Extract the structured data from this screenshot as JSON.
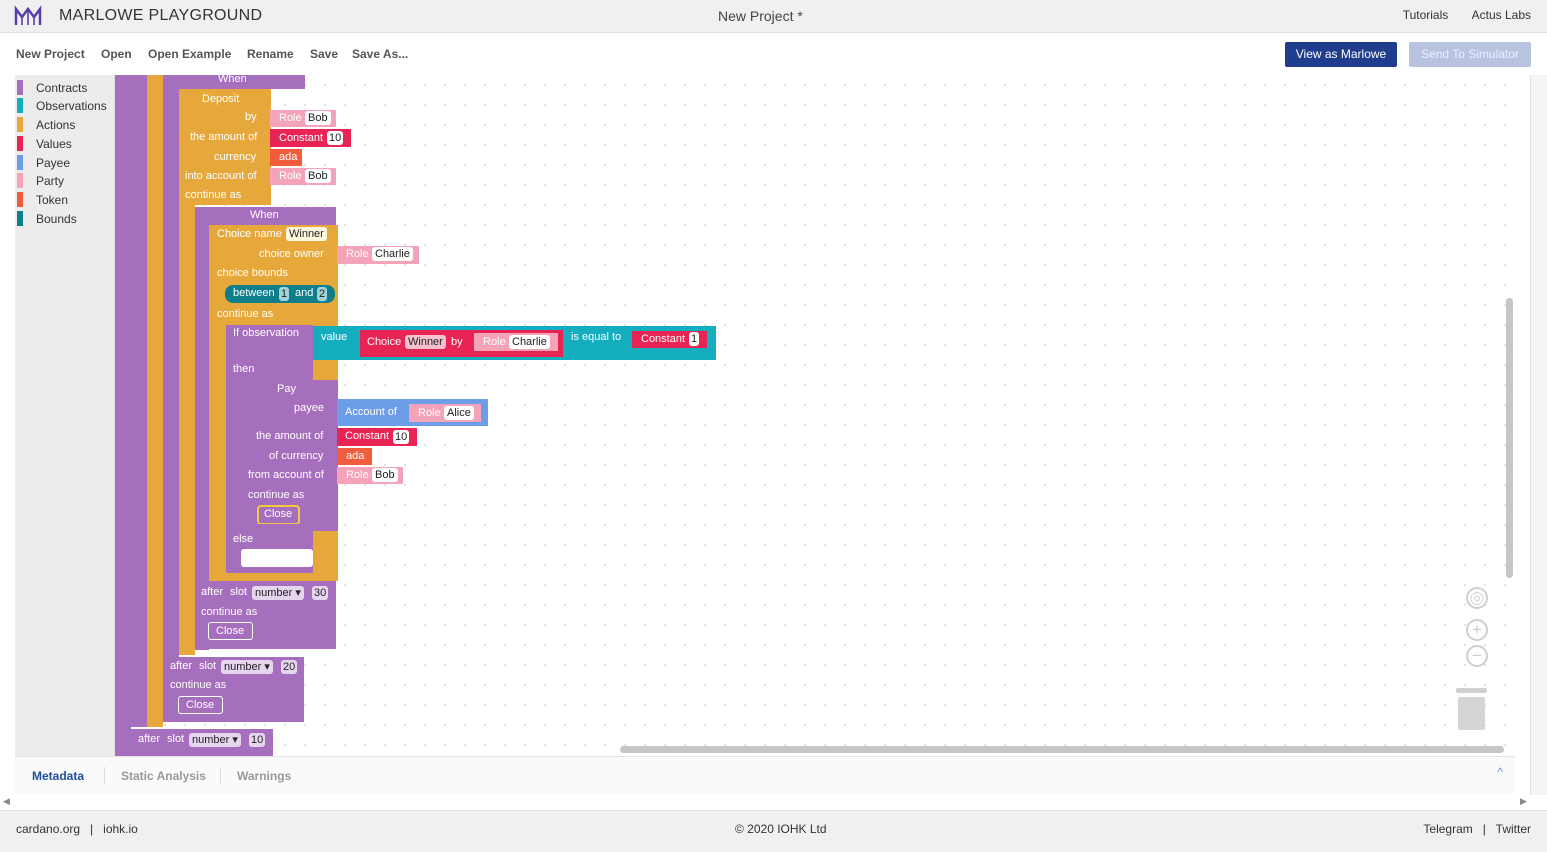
{
  "header": {
    "app_title": "MARLOWE PLAYGROUND",
    "project_title": "New Project *",
    "links": [
      "Tutorials",
      "Actus Labs"
    ]
  },
  "toolbar": {
    "items": [
      "New Project",
      "Open",
      "Open Example",
      "Rename",
      "Save",
      "Save As..."
    ],
    "view_as_marlowe": "View as Marlowe",
    "send_to_simulator": "Send To Simulator"
  },
  "toolbox": {
    "categories": [
      {
        "label": "Contracts",
        "color": "#a66fbd"
      },
      {
        "label": "Observations",
        "color": "#14aebe"
      },
      {
        "label": "Actions",
        "color": "#e6a83a"
      },
      {
        "label": "Values",
        "color": "#e82454"
      },
      {
        "label": "Payee",
        "color": "#6c9de8"
      },
      {
        "label": "Party",
        "color": "#f5a3b8"
      },
      {
        "label": "Token",
        "color": "#f05c3c"
      },
      {
        "label": "Bounds",
        "color": "#0e7f8a"
      }
    ]
  },
  "blocks": {
    "when": "When",
    "deposit": "Deposit",
    "by": "by",
    "the_amount_of": "the amount of",
    "currency": "currency",
    "into_account_of": "into account of",
    "continue_as": "continue as",
    "role": "Role",
    "constant": "Constant",
    "ada": "ada",
    "bob": "Bob",
    "charlie": "Charlie",
    "alice": "Alice",
    "deposit_amount": "10",
    "choice_name": "Choice name",
    "winner": "Winner",
    "choice_owner": "choice owner",
    "choice_bounds": "choice bounds",
    "between": "between",
    "and": "and",
    "bound_low": "1",
    "bound_high": "2",
    "if_observation": "If observation",
    "value": "value",
    "choice": "Choice",
    "is_equal_to": "is equal to",
    "eq_value": "1",
    "then": "then",
    "pay": "Pay",
    "payee": "payee",
    "account_of": "Account of",
    "of_currency": "of currency",
    "from_account_of": "from account of",
    "pay_amount": "10",
    "close": "Close",
    "else": "else",
    "after": "after",
    "slot": "slot",
    "number": "number ▾",
    "timeout_30": "30",
    "timeout_20": "20",
    "timeout_10": "10"
  },
  "bottom_panel": {
    "tabs": [
      "Metadata",
      "Static Analysis",
      "Warnings"
    ],
    "caret": "^"
  },
  "footer": {
    "left": "cardano.org   |   iohk.io",
    "center": "© 2020 IOHK Ltd",
    "right": "Telegram   |   Twitter"
  }
}
